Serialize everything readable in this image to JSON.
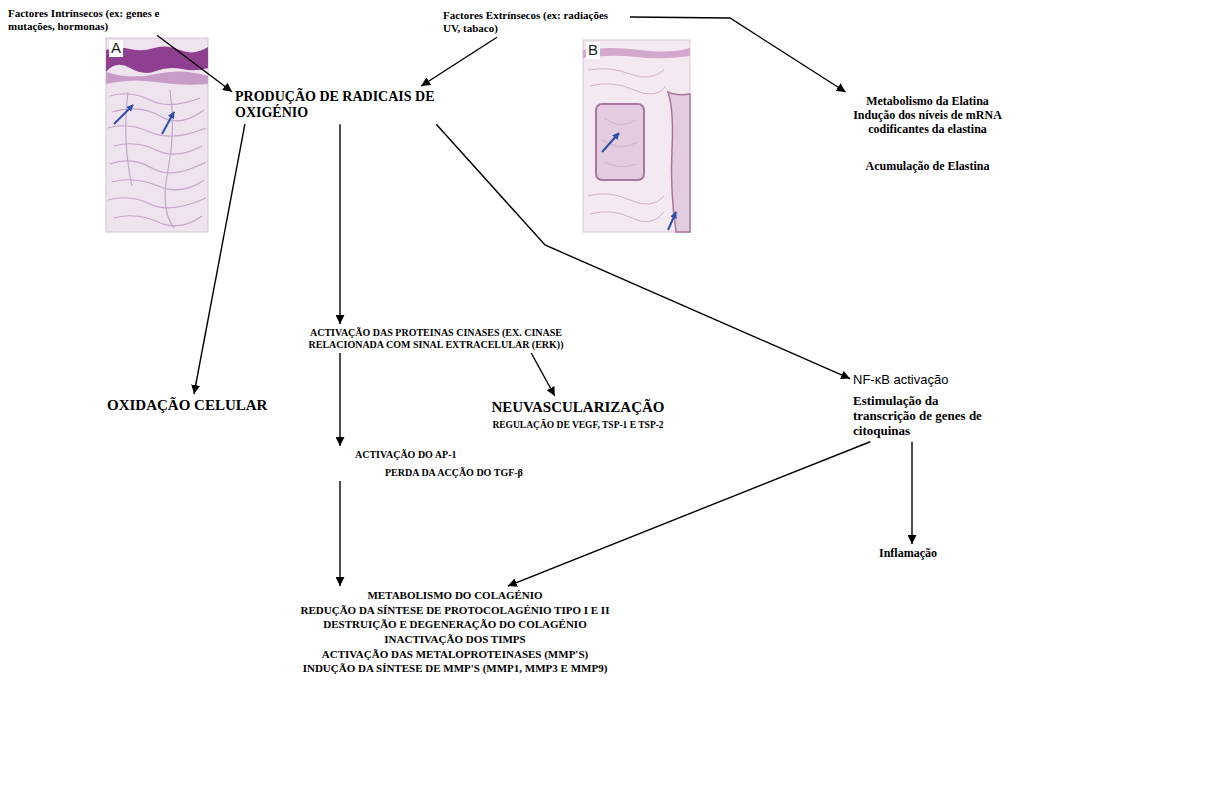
{
  "diagram": {
    "nodes": [
      {
        "text": [
          "Factores Intrínsecos (ex: genes e mutações, hormonas)"
        ]
      },
      {
        "text": [
          "Factores Extrínsecos (ex: radiações UV, tabaco)"
        ]
      },
      {
        "text": [
          "PRODUÇÃO DE RADICAIS DE OXIGÉNIO"
        ]
      },
      {
        "text": [
          "Metabolismo da Elatina",
          "Indução dos níveis de mRNA codificantes da elastina",
          "Acumulação de Elastina"
        ]
      },
      {
        "text": [
          "OXIDAÇÃO CELULAR"
        ]
      },
      {
        "text": [
          "ACTIVAÇÃO DAS PROTEINAS CINASES (EX. CINASE RELACIONADA COM SINAL EXTRACELULAR (ERK))"
        ]
      },
      {
        "text": [
          "NF-κB activação",
          "Estimulação da transcrição de genes de citoquinas"
        ]
      },
      {
        "text": [
          "NEUVASCULARIZAÇÃO",
          "REGULAÇÃO DE VEGF, TSP-1 E TSP-2"
        ]
      },
      {
        "text": [
          "ACTIVAÇÃO DO AP-1",
          "PERDA DA ACÇÃO DO TGF-β"
        ]
      },
      {
        "text": [
          "Inflamação"
        ]
      },
      {
        "text": [
          "METABOLISMO DO COLAGÉNIO",
          "REDUÇÃO DA SÍNTESE DE PROTOCOLAGÉNIO TIPO I E II",
          "DESTRUIÇÃO E DEGENERAÇÃO DO COLAGÉNIO",
          "INACTIVAÇÃO DOS TIMPS",
          "ACTIVAÇÃO DAS METALOPROTEINASES (MMP'S)",
          "INDUÇÃO DA SÍNTESE DE MMP'S (MMP1, MMP3 E MMP9)"
        ]
      }
    ],
    "edges": [
      {
        "from": 0,
        "to": 2,
        "arrow": "to"
      },
      {
        "from": 1,
        "to": 2,
        "arrow": "to"
      },
      {
        "from": 1,
        "to": 3,
        "arrow": "to"
      },
      {
        "from": 2,
        "to": 4,
        "arrow": "to"
      },
      {
        "from": 2,
        "to": 5,
        "arrow": "to"
      },
      {
        "from": 2,
        "to": 6,
        "arrow": "to"
      },
      {
        "from": 5,
        "to": 7,
        "arrow": "to"
      },
      {
        "from": 5,
        "to": 8,
        "arrow": "to"
      },
      {
        "from": 6,
        "to": 9,
        "arrow": "to"
      },
      {
        "from": 8,
        "to": 10,
        "arrow": "to"
      },
      {
        "from": 6,
        "to": 10,
        "arrow": "to"
      }
    ],
    "labels": [
      "A",
      "B"
    ]
  }
}
